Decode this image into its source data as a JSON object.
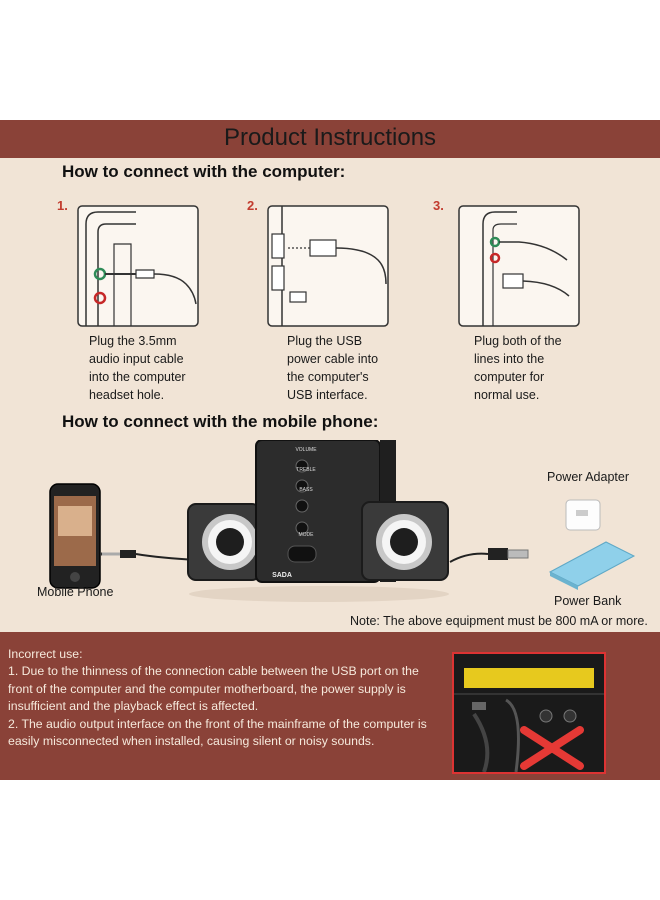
{
  "title": "Product Instructions",
  "computer_section": {
    "heading": "How to connect with the computer:",
    "steps": [
      {
        "number": "1.",
        "caption": "Plug the 3.5mm\naudio input cable\ninto the computer\nheadset hole."
      },
      {
        "number": "2.",
        "caption": "Plug the USB\npower cable into\nthe computer's\nUSB interface."
      },
      {
        "number": "3.",
        "caption": "Plug both of the\nlines into the\ncomputer for\nnormal use."
      }
    ]
  },
  "mobile_section": {
    "heading": "How to connect with the mobile phone:",
    "mobile_label": "Mobile Phone",
    "adapter_label": "Power Adapter",
    "powerbank_label": "Power Bank",
    "note": "Note: The above equipment must be 800 mA or more.",
    "speaker_controls": [
      "VOLUME",
      "TREBLE",
      "BASS",
      "MODE"
    ],
    "brand": "SADA"
  },
  "incorrect_use": {
    "heading": "Incorrect use:",
    "items": [
      "1. Due to the thinness of the connection cable between the USB port on the front of the computer and the computer motherboard, the power supply is insufficient and the playback effect is affected.",
      "2. The audio output interface on the front of the mainframe of the computer is easily misconnected when installed, causing silent or noisy sounds."
    ]
  },
  "colors": {
    "bar": "#8a4238",
    "background": "#f1e4d6",
    "accent_red": "#c23b2e"
  }
}
